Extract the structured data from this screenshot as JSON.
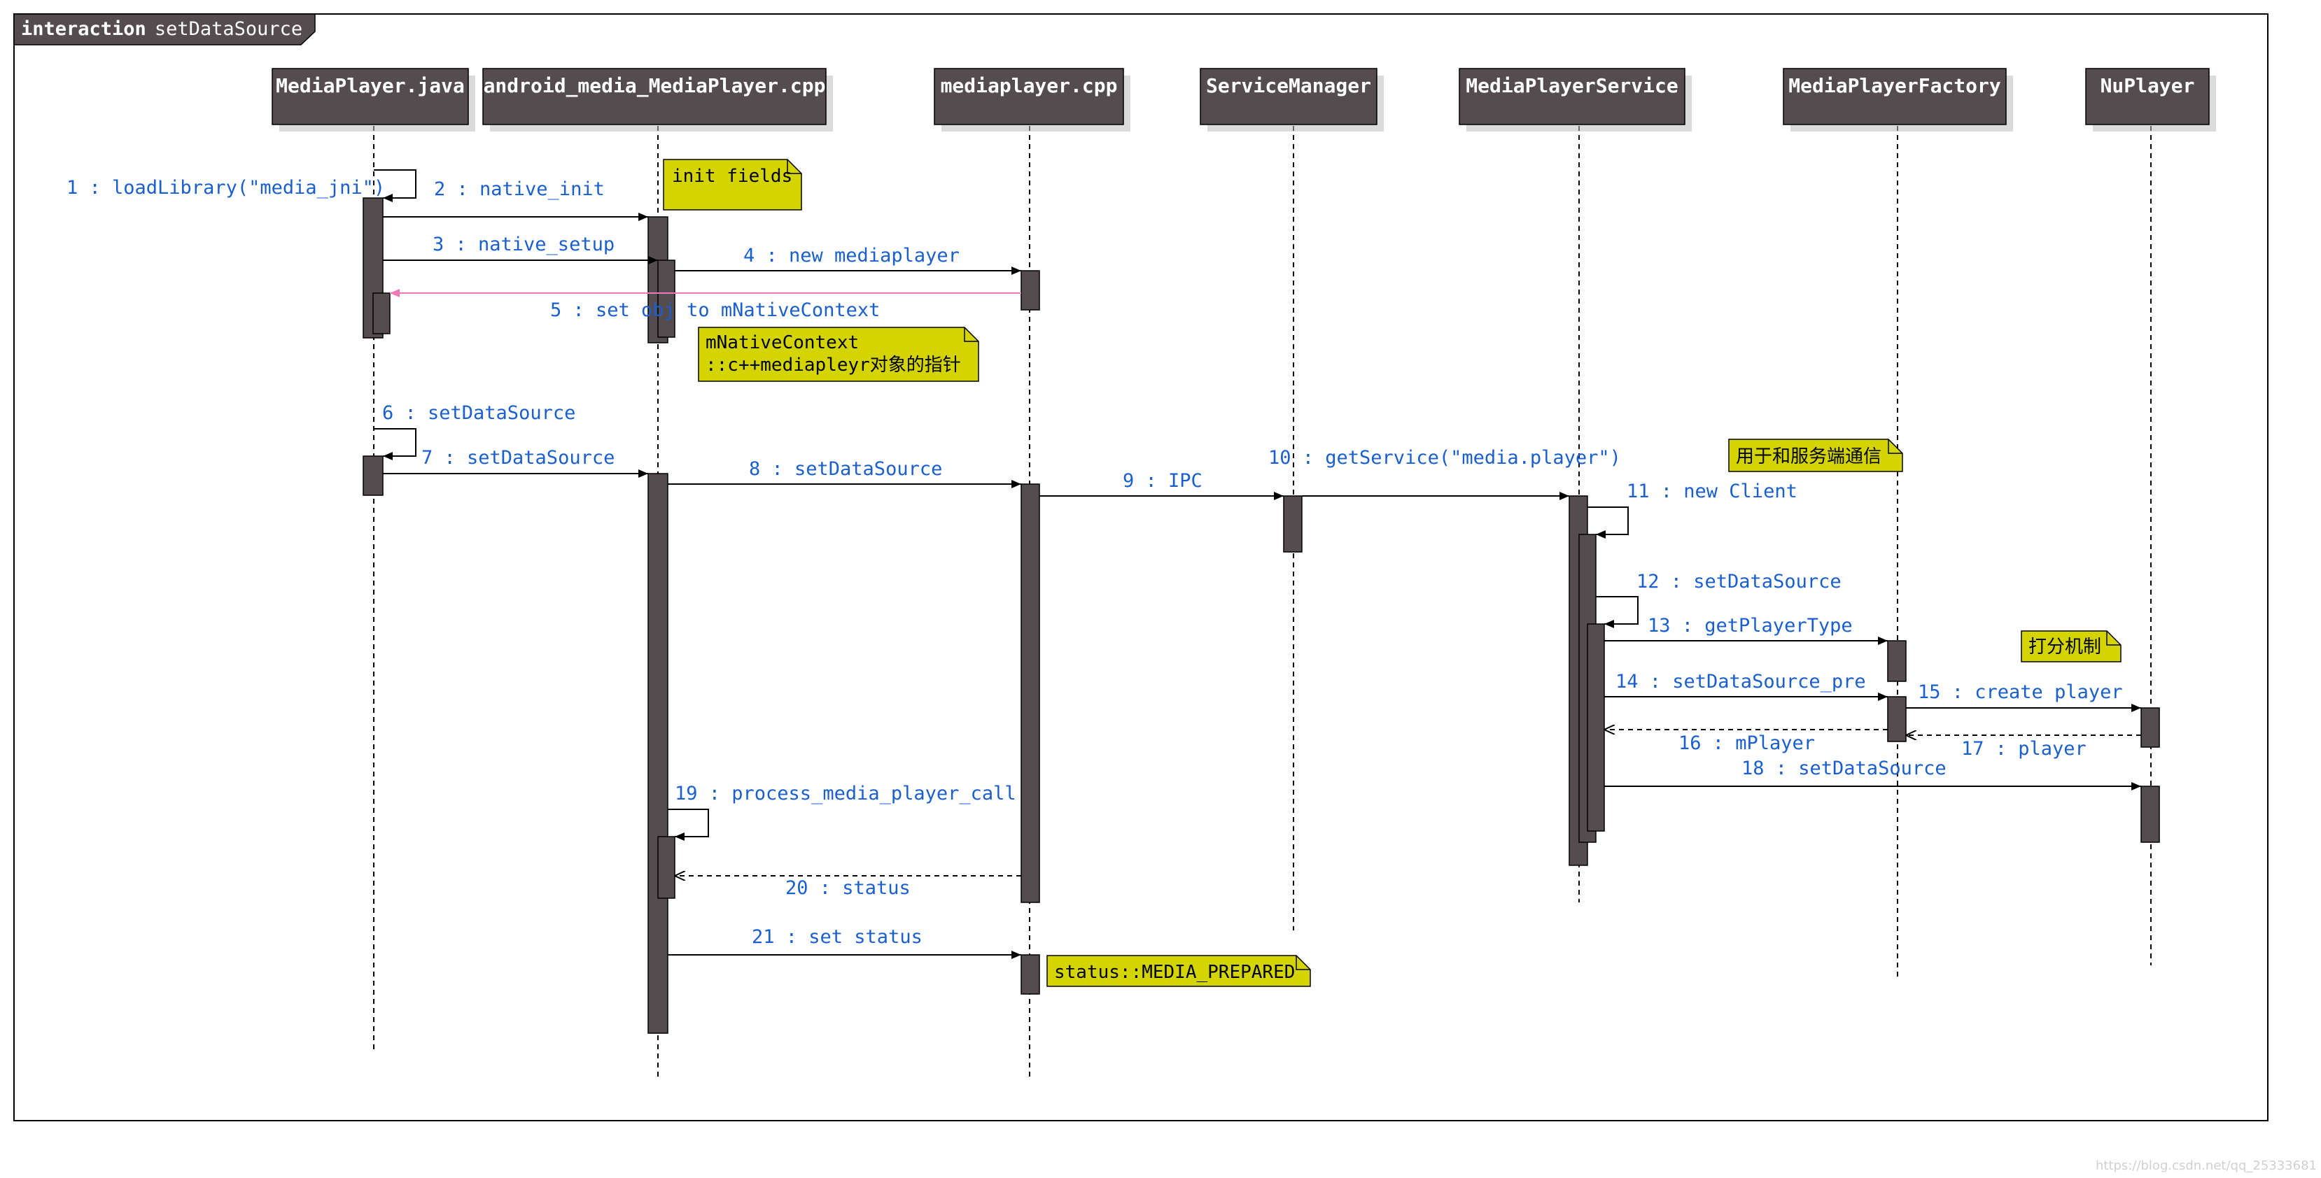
{
  "frame": {
    "keyword": "interaction",
    "name": "setDataSource"
  },
  "colors": {
    "header_fill": "#544c4f",
    "activation_fill": "#544c4f",
    "message_color": "#1a5fd0",
    "return_pink": "#f07ab8",
    "note_fill": "#d4d400",
    "line": "#000000"
  },
  "lifelines": [
    {
      "id": "mp_java",
      "label": "MediaPlayer.java"
    },
    {
      "id": "jni",
      "label": "android_media_MediaPlayer.cpp"
    },
    {
      "id": "mp_cpp",
      "label": "mediaplayer.cpp"
    },
    {
      "id": "sm",
      "label": "ServiceManager"
    },
    {
      "id": "mps",
      "label": "MediaPlayerService"
    },
    {
      "id": "mpf",
      "label": "MediaPlayerFactory"
    },
    {
      "id": "nu",
      "label": "NuPlayer"
    }
  ],
  "messages": [
    {
      "num": 1,
      "text": "1 : loadLibrary(\"media_jni\")"
    },
    {
      "num": 2,
      "text": "2 : native_init"
    },
    {
      "num": 3,
      "text": "3 : native_setup"
    },
    {
      "num": 4,
      "text": "4 : new mediaplayer"
    },
    {
      "num": 5,
      "text": "5 : set obj to mNativeContext"
    },
    {
      "num": 6,
      "text": "6 : setDataSource"
    },
    {
      "num": 7,
      "text": "7 : setDataSource"
    },
    {
      "num": 8,
      "text": "8 : setDataSource"
    },
    {
      "num": 9,
      "text": "9 : IPC"
    },
    {
      "num": 10,
      "text": "10 : getService(\"media.player\")"
    },
    {
      "num": 11,
      "text": "11 : new Client"
    },
    {
      "num": 12,
      "text": "12 : setDataSource"
    },
    {
      "num": 13,
      "text": "13 : getPlayerType"
    },
    {
      "num": 14,
      "text": "14 : setDataSource_pre"
    },
    {
      "num": 15,
      "text": "15 : create player"
    },
    {
      "num": 16,
      "text": "16 : mPlayer"
    },
    {
      "num": 17,
      "text": "17 : player"
    },
    {
      "num": 18,
      "text": "18 : setDataSource"
    },
    {
      "num": 19,
      "text": "19 : process_media_player_call"
    },
    {
      "num": 20,
      "text": "20 : status"
    },
    {
      "num": 21,
      "text": "21 : set status"
    }
  ],
  "notes": [
    {
      "id": "init_fields",
      "lines": [
        "init fields"
      ]
    },
    {
      "id": "native_ctx",
      "lines": [
        "mNativeContext",
        "::c++mediapleyr对象的指针"
      ]
    },
    {
      "id": "server_comm",
      "lines": [
        "用于和服务端通信"
      ]
    },
    {
      "id": "scoring",
      "lines": [
        "打分机制"
      ]
    },
    {
      "id": "prepared",
      "lines": [
        "status::MEDIA_PREPARED"
      ]
    }
  ],
  "watermark": "https://blog.csdn.net/qq_25333681"
}
